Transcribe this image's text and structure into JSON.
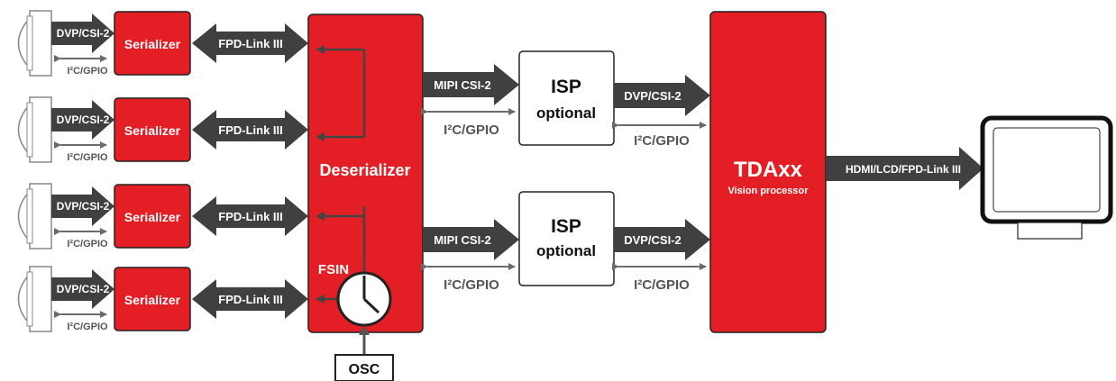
{
  "colors": {
    "red": "#e31e24",
    "arrow": "#404040",
    "thin": "#6b6b6b"
  },
  "camera_rows": [
    {
      "camera_link": "DVP/CSI-2",
      "control": "I²C/GPIO",
      "serializer": "Serializer",
      "fpd_link": "FPD-Link III"
    },
    {
      "camera_link": "DVP/CSI-2",
      "control": "I²C/GPIO",
      "serializer": "Serializer",
      "fpd_link": "FPD-Link III"
    },
    {
      "camera_link": "DVP/CSI-2",
      "control": "I²C/GPIO",
      "serializer": "Serializer",
      "fpd_link": "FPD-Link III"
    },
    {
      "camera_link": "DVP/CSI-2",
      "control": "I²C/GPIO",
      "serializer": "Serializer",
      "fpd_link": "FPD-Link III"
    }
  ],
  "deserializer": {
    "label": "Deserializer",
    "fsin": "FSIN"
  },
  "osc": "OSC",
  "isp_paths": [
    {
      "mipi": "MIPI CSI-2",
      "control_in": "I²C/GPIO",
      "isp_title": "ISP",
      "isp_sub": "optional",
      "dvp": "DVP/CSI-2",
      "control_out": "I²C/GPIO"
    },
    {
      "mipi": "MIPI CSI-2",
      "control_in": "I²C/GPIO",
      "isp_title": "ISP",
      "isp_sub": "optional",
      "dvp": "DVP/CSI-2",
      "control_out": "I²C/GPIO"
    }
  ],
  "processor": {
    "title": "TDAxx",
    "subtitle": "Vision processor"
  },
  "display_link": "HDMI/LCD/FPD-Link III"
}
